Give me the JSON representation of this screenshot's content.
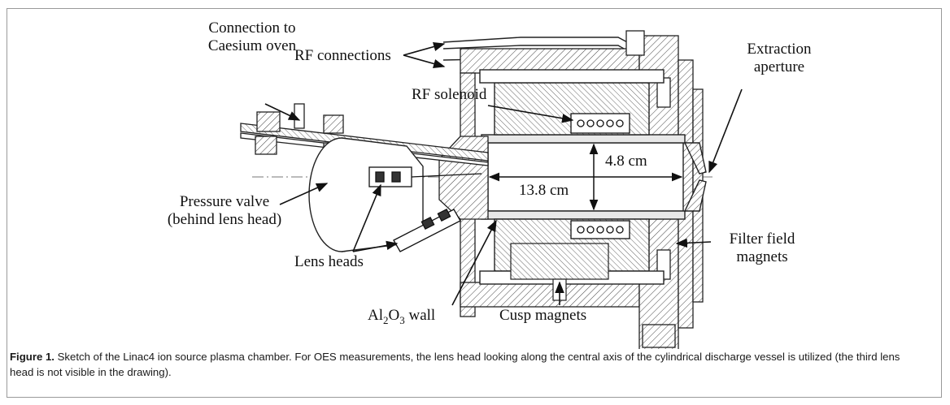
{
  "labels": {
    "connection": [
      "Connection to",
      "Caesium oven"
    ],
    "rf_connections": "RF connections",
    "rf_solenoid": "RF solenoid",
    "extraction": [
      "Extraction",
      "aperture"
    ],
    "pressure_valve": [
      "Pressure valve",
      "(behind lens head)"
    ],
    "lens_heads": "Lens heads",
    "al2o3": {
      "pre": "Al",
      "sub1": "2",
      "mid": "O",
      "sub2": "3",
      "post": " wall"
    },
    "cusp_magnets": "Cusp magnets",
    "filter_field": [
      "Filter field",
      "magnets"
    ],
    "dim_diameter": "4.8 cm",
    "dim_length": "13.8 cm"
  },
  "caption": {
    "label": "Figure 1.",
    "text": " Sketch of the Linac4 ion source plasma chamber. For OES measurements, the lens head looking along the central axis of the cylindrical discharge vessel is utilized (the third lens head is not visible in the drawing)."
  }
}
